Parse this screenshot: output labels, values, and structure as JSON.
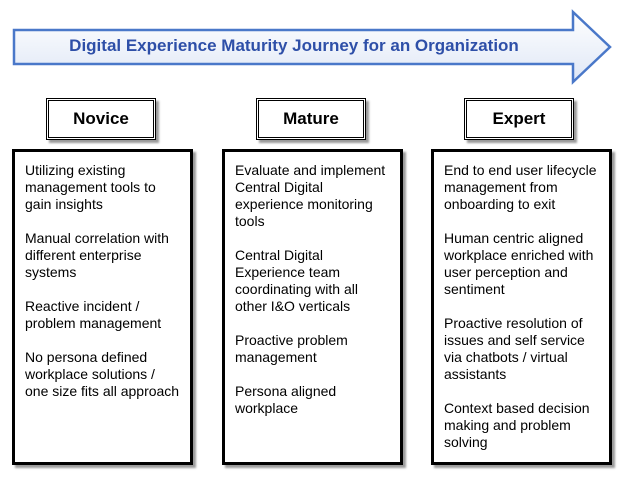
{
  "banner": {
    "title": "Digital Experience Maturity Journey for an Organization"
  },
  "stages": [
    {
      "label": "Novice",
      "items": [
        "Utilizing existing management tools to gain insights",
        "Manual correlation with different enterprise systems",
        "Reactive incident / problem management",
        "No persona defined workplace solutions / one size fits all approach"
      ]
    },
    {
      "label": "Mature",
      "items": [
        "Evaluate and implement Central Digital experience monitoring tools",
        "Central Digital Experience team coordinating with all other I&O verticals",
        "Proactive problem management",
        "Persona aligned workplace"
      ]
    },
    {
      "label": "Expert",
      "items": [
        "End to end user lifecycle management from onboarding to exit",
        "Human centric aligned workplace enriched with user perception and sentiment",
        "Proactive resolution of issues and self service via chatbots / virtual assistants",
        "Context based decision making and problem solving"
      ]
    }
  ],
  "colors": {
    "banner_fill": "#e9eef8",
    "banner_stroke": "#4a78c9",
    "banner_text": "#2e4fa8"
  }
}
